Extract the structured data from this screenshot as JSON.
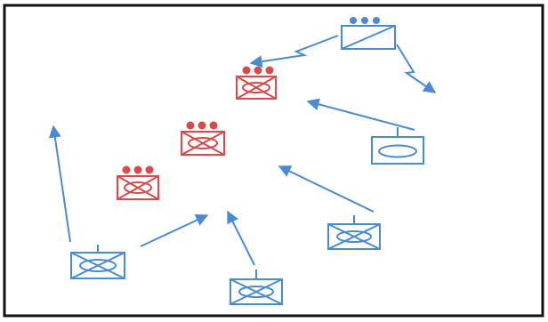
{
  "colors": {
    "friendly": "#4a8ad0",
    "enemy": "#d94a4a",
    "frame": "#111111",
    "background": "#ffffff"
  },
  "symbols": [
    {
      "id": "friendly-hq-unit",
      "side": "friendly",
      "kind": "headquarters",
      "echelon_dots": 3
    },
    {
      "id": "enemy-unit-top",
      "side": "enemy",
      "kind": "armored-infantry",
      "echelon_dots": 3
    },
    {
      "id": "enemy-unit-middle",
      "side": "enemy",
      "kind": "armored-infantry",
      "echelon_dots": 3
    },
    {
      "id": "enemy-unit-left",
      "side": "enemy",
      "kind": "armored-infantry",
      "echelon_dots": 3
    },
    {
      "id": "friendly-armor-unit",
      "side": "friendly",
      "kind": "armor",
      "echelon_dots": 0
    },
    {
      "id": "friendly-unit-right",
      "side": "friendly",
      "kind": "armored-infantry",
      "echelon_dots": 0
    },
    {
      "id": "friendly-unit-left",
      "side": "friendly",
      "kind": "armored-infantry",
      "echelon_dots": 0
    },
    {
      "id": "friendly-unit-bottom",
      "side": "friendly",
      "kind": "armored-infantry",
      "echelon_dots": 0
    }
  ],
  "arrows": [
    {
      "id": "hq-order-arrow-to-enemy",
      "style": "zigzag"
    },
    {
      "id": "hq-order-arrow-right",
      "style": "zigzag"
    },
    {
      "id": "armor-advance-arrow",
      "style": "straight"
    },
    {
      "id": "right-unit-advance-arrow",
      "style": "straight"
    },
    {
      "id": "bottom-unit-advance-arrow",
      "style": "straight"
    },
    {
      "id": "left-unit-advance-arrow",
      "style": "straight"
    },
    {
      "id": "left-unit-north-arrow",
      "style": "straight"
    }
  ]
}
